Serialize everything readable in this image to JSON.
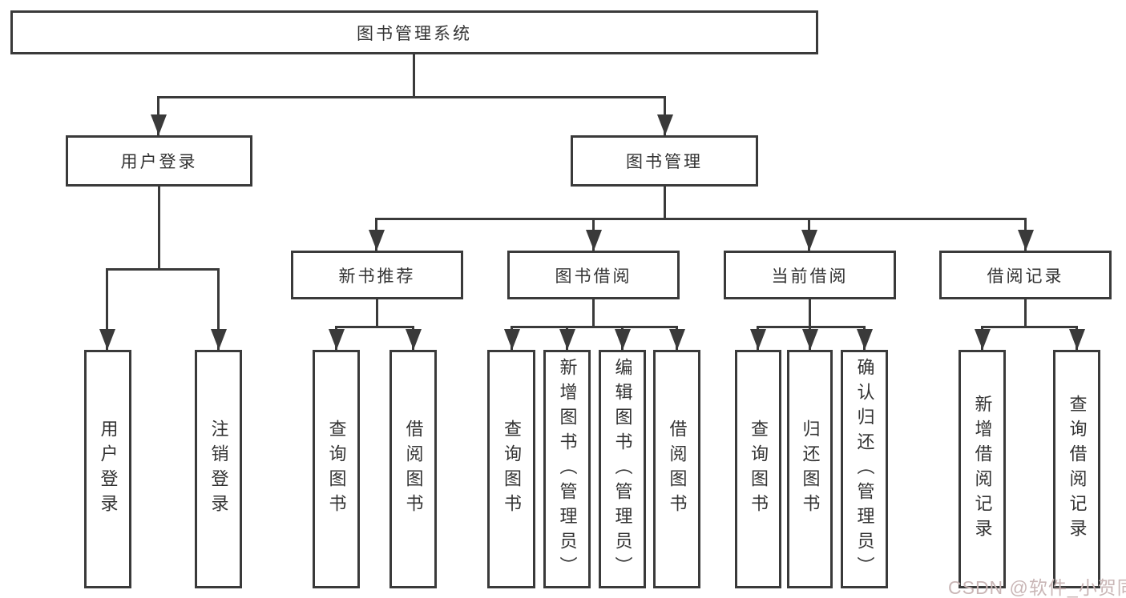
{
  "tree": {
    "label": "图书管理系统",
    "children": [
      {
        "label": "用户登录",
        "children": [
          {
            "label": "用户登录"
          },
          {
            "label": "注销登录"
          }
        ]
      },
      {
        "label": "图书管理",
        "children": [
          {
            "label": "新书推荐",
            "children": [
              {
                "label": "查询图书"
              },
              {
                "label": "借阅图书"
              }
            ]
          },
          {
            "label": "图书借阅",
            "children": [
              {
                "label": "查询图书"
              },
              {
                "label": "新增图书（管理员）"
              },
              {
                "label": "编辑图书（管理员）"
              },
              {
                "label": "借阅图书"
              }
            ]
          },
          {
            "label": "当前借阅",
            "children": [
              {
                "label": "查询图书"
              },
              {
                "label": "归还图书"
              },
              {
                "label": "确认归还（管理员）"
              }
            ]
          },
          {
            "label": "借阅记录",
            "children": [
              {
                "label": "新增借阅记录"
              },
              {
                "label": "查询借阅记录"
              }
            ]
          }
        ]
      }
    ]
  },
  "watermark": {
    "text": "CSDN @软件_小贺同学"
  },
  "colors": {
    "line": "#3a3a3a",
    "text": "#333333",
    "canvas_bg": "#ffffff",
    "watermark": "#c9b6b6"
  }
}
